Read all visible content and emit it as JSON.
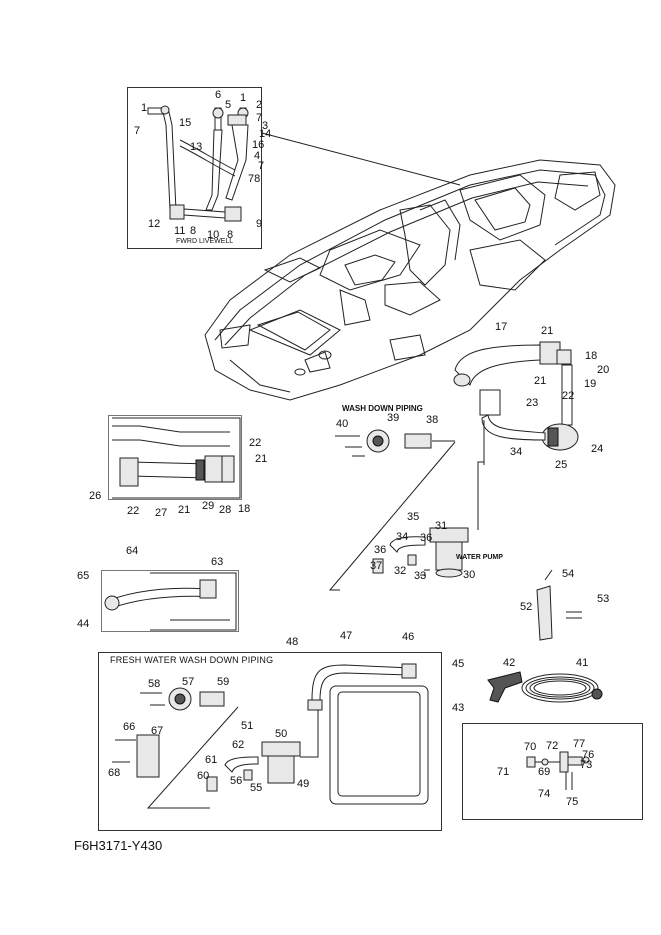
{
  "insets": {
    "fwrd_livewell": "FWRD LIVEWELL",
    "wash_down_piping": "WASH DOWN PIPING",
    "water_pump": "WATER PUMP",
    "fresh_water_wash_down_piping": "FRESH WATER WASH DOWN PIPING"
  },
  "footer_code": "F6H3171-Y430",
  "labels": {
    "l1a": "1",
    "l1b": "1",
    "l2": "2",
    "l3": "3",
    "l4": "4",
    "l5": "5",
    "l6": "6",
    "l7a": "7",
    "l7b": "7",
    "l7c": "7",
    "l8a": "8",
    "l8b": "8",
    "l9": "9",
    "l10": "10",
    "l11": "11",
    "l12": "12",
    "l13": "13",
    "l14": "14",
    "l15": "15",
    "l16": "16",
    "l78": "78",
    "l17": "17",
    "l18a": "18",
    "l18b": "18",
    "l19": "19",
    "l20": "20",
    "l21a": "21",
    "l21b": "21",
    "l21c": "21",
    "l21d": "21",
    "l22a": "22",
    "l22b": "22",
    "l22c": "22",
    "l23": "23",
    "l24": "24",
    "l25": "25",
    "l26": "26",
    "l27": "27",
    "l28": "28",
    "l29": "29",
    "l30": "30",
    "l31": "31",
    "l32": "32",
    "l33": "33",
    "l34": "34",
    "l35": "35",
    "l36a": "36",
    "l36b": "36",
    "l37": "37",
    "l38": "38",
    "l39": "39",
    "l40": "40",
    "l41": "41",
    "l42": "42",
    "l43": "43",
    "l44": "44",
    "l45": "45",
    "l46": "46",
    "l47": "47",
    "l48": "48",
    "l49": "49",
    "l50": "50",
    "l51": "51",
    "l52": "52",
    "l53": "53",
    "l54": "54",
    "l55": "55",
    "l56": "56",
    "l57": "57",
    "l58": "58",
    "l59": "59",
    "l60": "60",
    "l61": "61",
    "l62": "62",
    "l63": "63",
    "l64": "64",
    "l65": "65",
    "l66": "66",
    "l67": "67",
    "l68": "68",
    "l69": "69",
    "l70": "70",
    "l71": "71",
    "l72": "72",
    "l73": "73",
    "l74": "74",
    "l75": "75",
    "l76": "76",
    "l77": "77"
  }
}
